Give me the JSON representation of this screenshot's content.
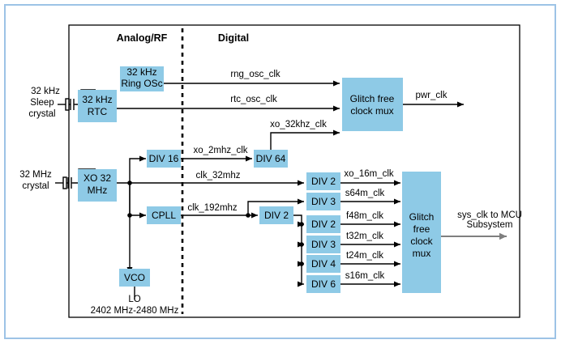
{
  "diagram": {
    "title_headers": {
      "analog": "Analog/RF",
      "digital": "Digital"
    },
    "colors": {
      "block_fill": "#8ecae6",
      "outer_border": "#9dc3e6",
      "line": "#000000",
      "gray_arrow": "#7f7f7f",
      "background": "#ffffff"
    },
    "sources": [
      {
        "name": "sleep-crystal",
        "lines": [
          "32 kHz",
          "Sleep",
          "crystal"
        ]
      },
      {
        "name": "main-crystal",
        "lines": [
          "32 MHz",
          "crystal"
        ]
      }
    ],
    "blocks": [
      {
        "id": "ring-osc",
        "lines": [
          "32 kHz",
          "Ring OSc"
        ]
      },
      {
        "id": "rtc",
        "lines": [
          "32 kHz",
          "RTC"
        ]
      },
      {
        "id": "xo32",
        "lines": [
          "XO 32",
          "MHz"
        ]
      },
      {
        "id": "div16",
        "lines": [
          "DIV 16"
        ]
      },
      {
        "id": "div64",
        "lines": [
          "DIV 64"
        ]
      },
      {
        "id": "cpll",
        "lines": [
          "CPLL"
        ]
      },
      {
        "id": "vco",
        "lines": [
          "VCO"
        ]
      },
      {
        "id": "div2-192",
        "lines": [
          "DIV 2"
        ]
      },
      {
        "id": "div2-xo16",
        "lines": [
          "DIV 2"
        ]
      },
      {
        "id": "div3-s64",
        "lines": [
          "DIV 3"
        ]
      },
      {
        "id": "div2-f48",
        "lines": [
          "DIV 2"
        ]
      },
      {
        "id": "div3-t32",
        "lines": [
          "DIV 3"
        ]
      },
      {
        "id": "div4-t24",
        "lines": [
          "DIV 4"
        ]
      },
      {
        "id": "div6-s16",
        "lines": [
          "DIV 6"
        ]
      },
      {
        "id": "mux-pwr",
        "lines": [
          "Glitch free",
          "clock mux"
        ]
      },
      {
        "id": "mux-sys",
        "lines": [
          "Glitch",
          "free",
          "clock",
          "mux"
        ]
      }
    ],
    "signals": [
      {
        "id": "rng_osc_clk",
        "label": "rng_osc_clk"
      },
      {
        "id": "rtc_osc_clk",
        "label": "rtc_osc_clk"
      },
      {
        "id": "xo_32khz_clk",
        "label": "xo_32khz_clk"
      },
      {
        "id": "pwr_clk",
        "label": "pwr_clk"
      },
      {
        "id": "xo_2mhz_clk",
        "label": "xo_2mhz_clk"
      },
      {
        "id": "clk_32mhz",
        "label": "clk_32mhz"
      },
      {
        "id": "clk_192mhz",
        "label": "clk_192mhz"
      },
      {
        "id": "xo_16m_clk",
        "label": "xo_16m_clk"
      },
      {
        "id": "s64m_clk",
        "label": "s64m_clk"
      },
      {
        "id": "f48m_clk",
        "label": "f48m_clk"
      },
      {
        "id": "t32m_clk",
        "label": "t32m_clk"
      },
      {
        "id": "t24m_clk",
        "label": "t24m_clk"
      },
      {
        "id": "s16m_clk",
        "label": "s16m_clk"
      },
      {
        "id": "sys_clk",
        "label_line1": "sys_clk to MCU",
        "label_line2": "Subsystem"
      }
    ],
    "annotations": {
      "lo_label": "LO",
      "lo_range": "2402 MHz-2480 MHz"
    }
  }
}
